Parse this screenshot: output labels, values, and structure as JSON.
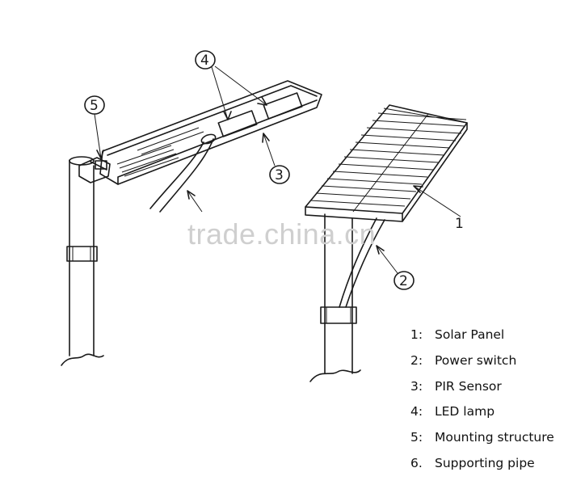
{
  "callouts": [
    "1",
    "2",
    "3",
    "4",
    "5"
  ],
  "legend": [
    {
      "num": "1:",
      "label": "Solar Panel"
    },
    {
      "num": "2:",
      "label": "Power switch"
    },
    {
      "num": "3:",
      "label": "PIR Sensor"
    },
    {
      "num": "4:",
      "label": "LED lamp"
    },
    {
      "num": "5:",
      "label": "Mounting structure"
    },
    {
      "num": "6.",
      "label": "Supporting pipe"
    }
  ],
  "watermark": "trade.china.cn",
  "colors": {
    "line": "#1a1a1a",
    "watermark": "#cfcfcf",
    "background": "#ffffff"
  }
}
